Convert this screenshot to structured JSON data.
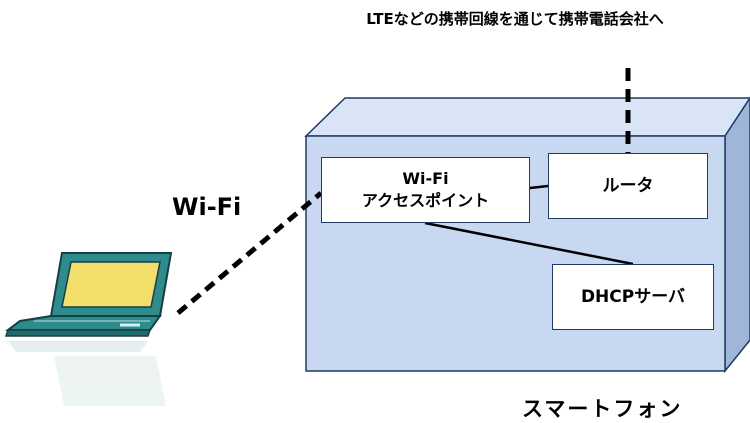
{
  "carrier_link_caption": "LTEなどの携帯回線を通じて携帯電話会社へ",
  "wireless_label": "Wi-Fi",
  "device_label": "スマートフォン",
  "components": {
    "access_point": {
      "line1": "Wi-Fi",
      "line2": "アクセスポイント"
    },
    "router": {
      "label": "ルータ"
    },
    "dhcp_server": {
      "label": "DHCPサーバ"
    }
  },
  "colors": {
    "device_front": "#c8d8f0",
    "device_top": "#d9e4f6",
    "device_side": "#9fb6d8",
    "device_outline": "#1e3c64",
    "laptop_body": "#2f8c8c",
    "laptop_screen": "#f2df6b",
    "link_line": "#000000"
  },
  "icons": {
    "client": "laptop-icon"
  }
}
